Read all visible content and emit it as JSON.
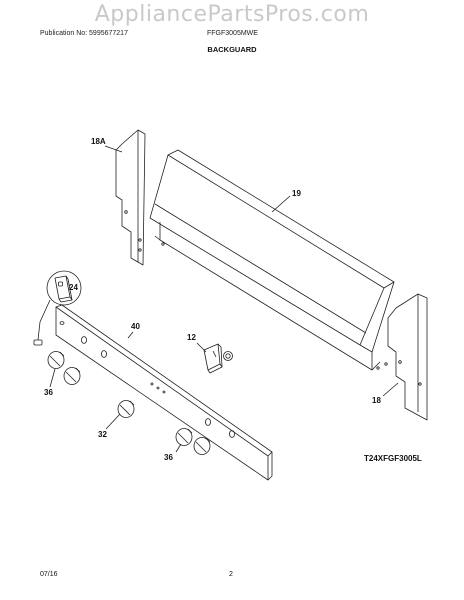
{
  "watermark": "AppliancePartsPros.com",
  "header": {
    "publication": "Publication No: 5995677217",
    "model": "FFGF3005MWE"
  },
  "section_title": "BACKGUARD",
  "part_labels": {
    "p18A": "18A",
    "p19": "19",
    "p24": "24",
    "p40": "40",
    "p12": "12",
    "p36a": "36",
    "p32": "32",
    "p36b": "36",
    "p18": "18"
  },
  "diagram_code": "T24XFGF3005L",
  "footer": {
    "date": "07/16",
    "page": "2"
  }
}
